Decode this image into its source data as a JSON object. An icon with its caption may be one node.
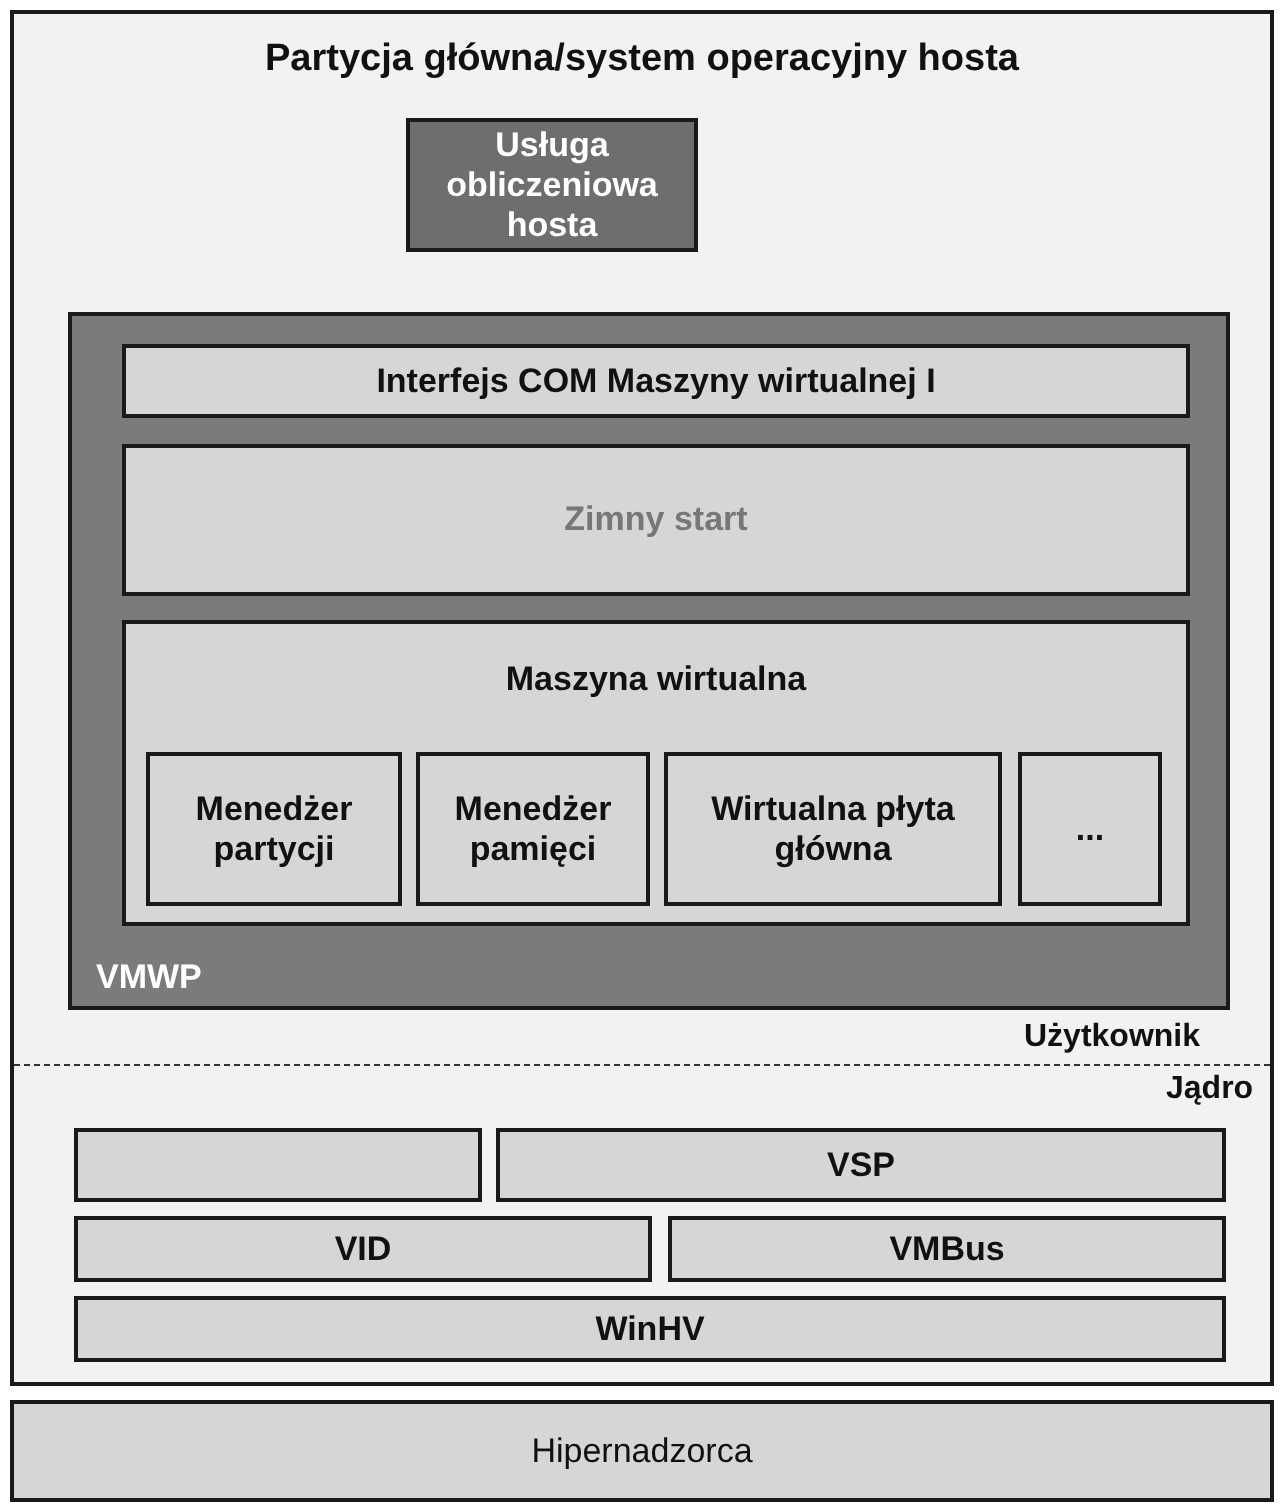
{
  "diagram": {
    "nodes": [
      {
        "text": [
          "Partycja główna/system operacyjny hosta"
        ]
      },
      {
        "text": [
          "Usługa obliczeniowa hosta"
        ],
        "in": 0
      },
      {
        "text": [
          "VMWP"
        ],
        "in": 0
      },
      {
        "text": [
          "Interfejs COM Maszyny wirtualnej I"
        ],
        "in": 2
      },
      {
        "text": [
          "Zimny start"
        ],
        "in": 2
      },
      {
        "text": [
          "Maszyna wirtualna"
        ],
        "in": 2
      },
      {
        "text": [
          "Menedżer partycji"
        ],
        "in": 5
      },
      {
        "text": [
          "Menedżer pamięci"
        ],
        "in": 5
      },
      {
        "text": [
          "Wirtualna płyta główna"
        ],
        "in": 5
      },
      {
        "text": [
          "..."
        ],
        "in": 5
      },
      {
        "text": [],
        "shape": "box",
        "in": 0
      },
      {
        "text": [
          "VSP"
        ],
        "in": 0
      },
      {
        "text": [
          "VID"
        ],
        "in": 0
      },
      {
        "text": [
          "VMBus"
        ],
        "in": 0
      },
      {
        "text": [
          "WinHV"
        ],
        "in": 0
      },
      {
        "text": [
          "Hipernadzorca"
        ]
      }
    ],
    "labels": [
      "Użytkownik",
      "Jądro"
    ]
  }
}
